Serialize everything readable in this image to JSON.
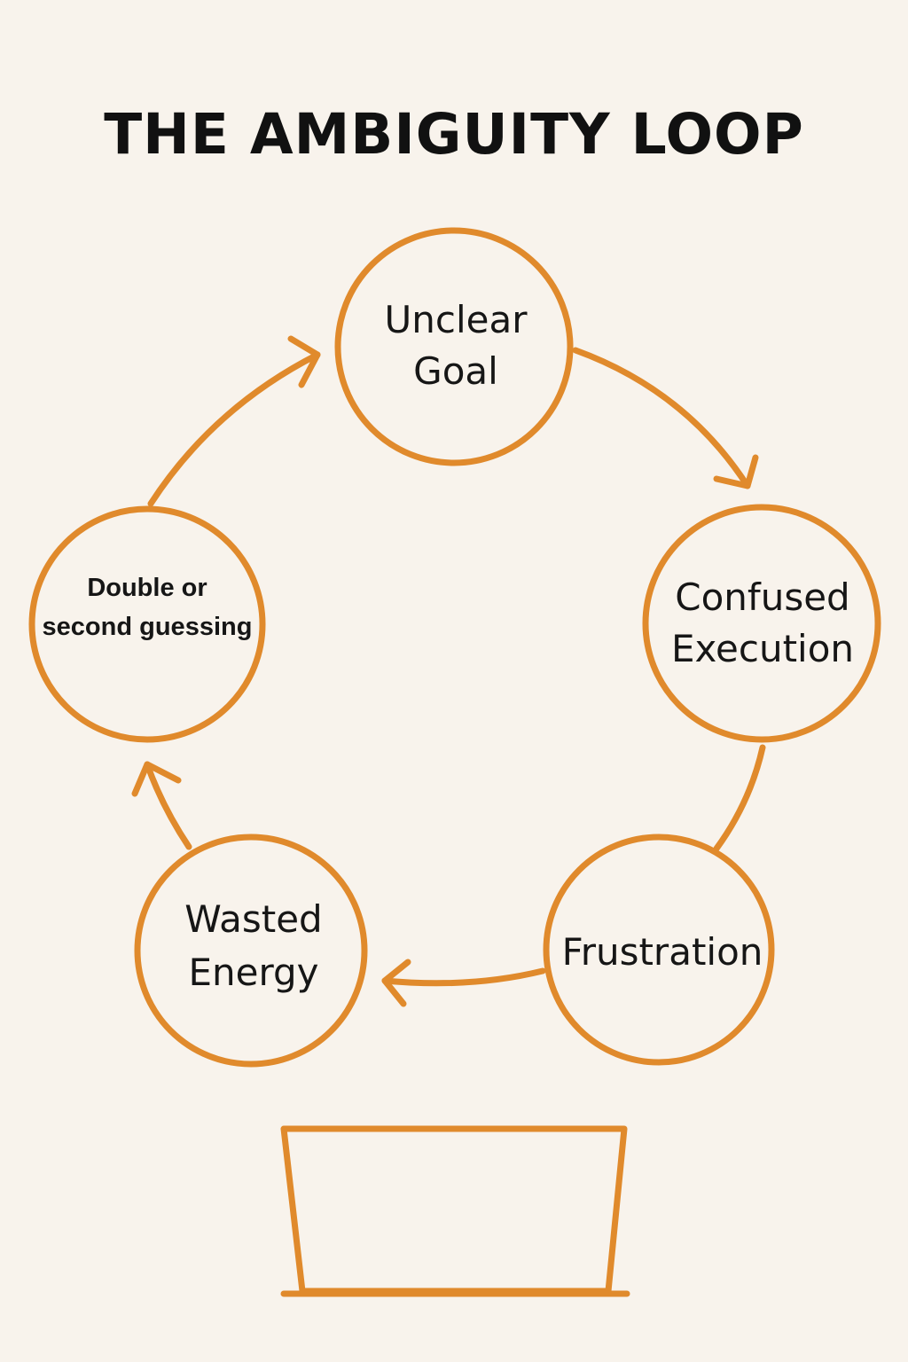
{
  "title": "THE AMBIGUITY LOOP",
  "accent_color": "#e08a2c",
  "background_color": "#f8f3ec",
  "nodes": [
    {
      "id": "unclear-goal",
      "label": "Unclear\nGoal"
    },
    {
      "id": "confused-execution",
      "label": "Confused\nExecution"
    },
    {
      "id": "frustration",
      "label": "Frustration"
    },
    {
      "id": "wasted-energy",
      "label": "Wasted\nEnergy"
    },
    {
      "id": "double-or-second-guessing",
      "label": "Double or\nsecond guessing"
    }
  ],
  "icons": {
    "bottom": "laptop-icon"
  }
}
